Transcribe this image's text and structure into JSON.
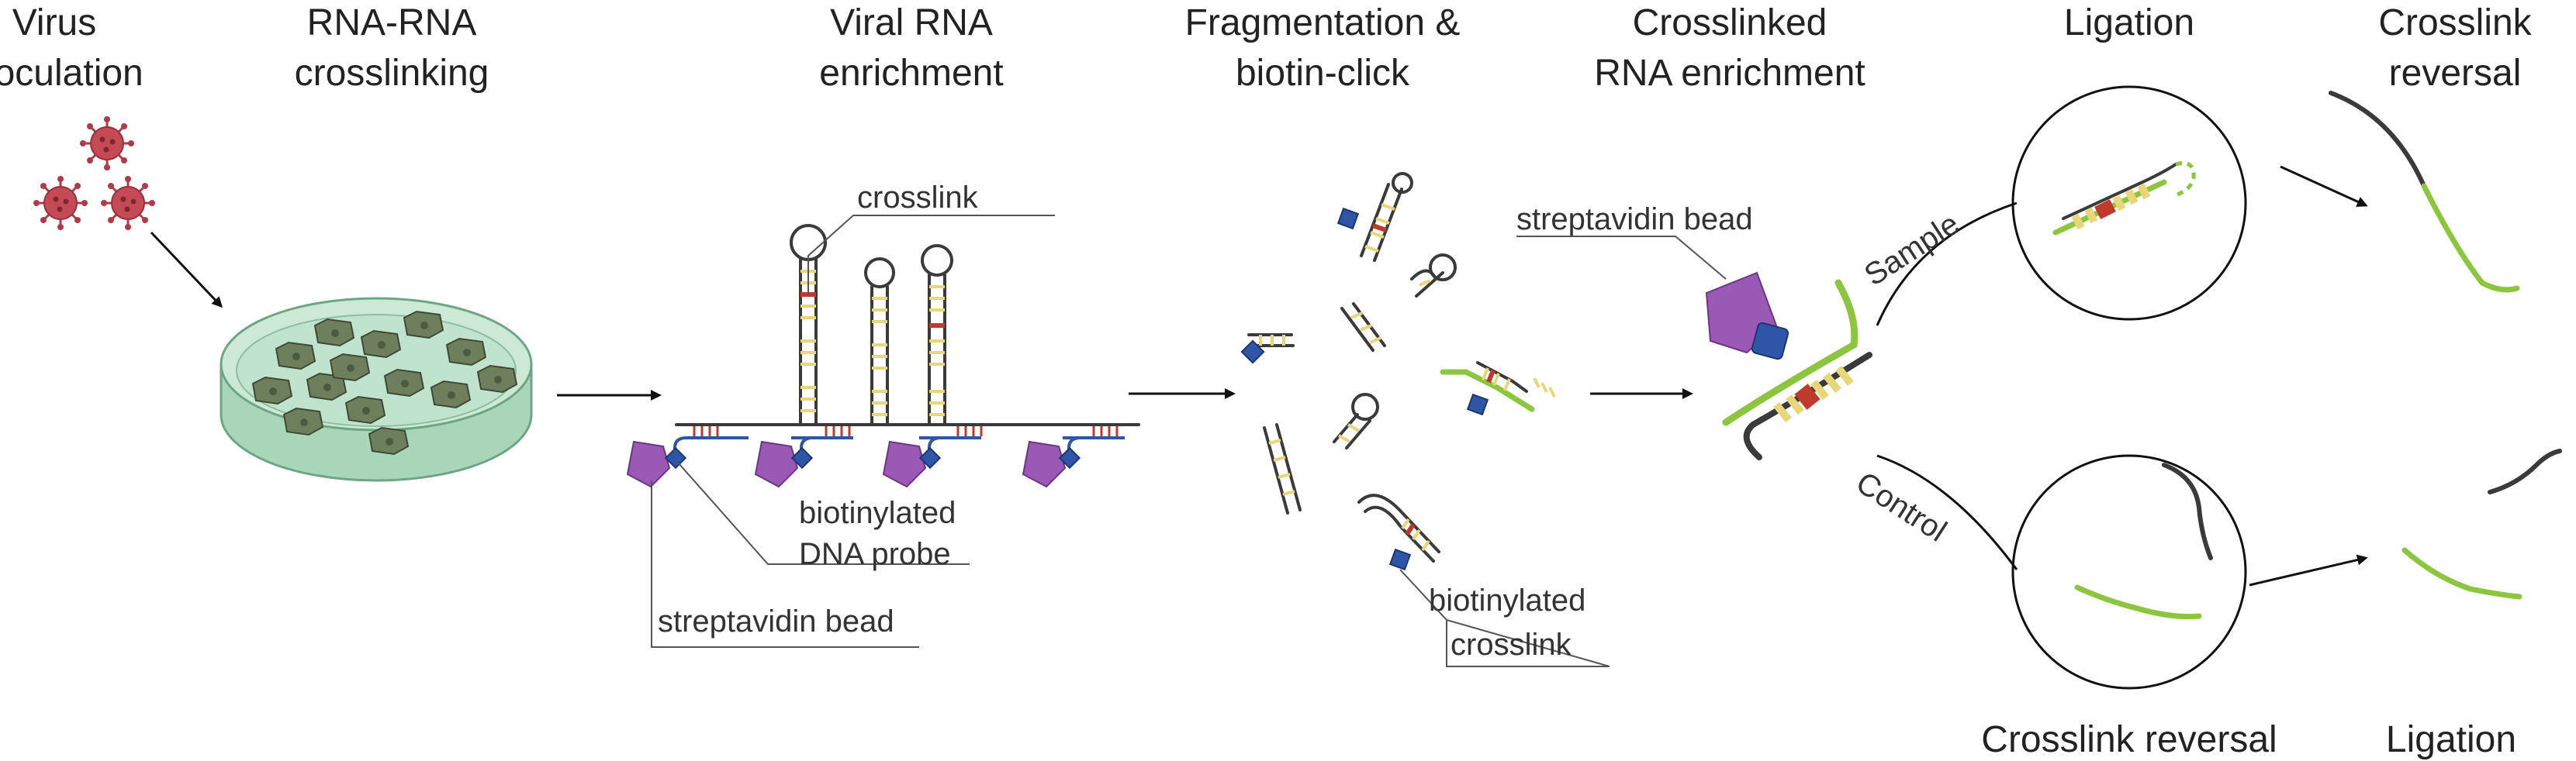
{
  "stages": {
    "s1": {
      "line1": "Virus",
      "line2": "inoculation"
    },
    "s2": {
      "line1": "RNA-RNA",
      "line2": "crosslinking"
    },
    "s3": {
      "line1": "Viral RNA",
      "line2": "enrichment"
    },
    "s4": {
      "line1": "Fragmentation &",
      "line2": "biotin-click"
    },
    "s5": {
      "line1": "Crosslinked",
      "line2": "RNA enrichment"
    },
    "s6": {
      "line1": "Ligation"
    },
    "s7": {
      "line1": "Crosslink",
      "line2": "reversal"
    }
  },
  "labels": {
    "crosslink": "crosslink",
    "biotin_probe_1": "biotinylated",
    "biotin_probe_2": "DNA probe",
    "strep_bead_left": "streptavidin bead",
    "strep_bead_right": "streptavidin bead",
    "biotin_xlink_1": "biotinylated",
    "biotin_xlink_2": "crosslink",
    "sample": "Sample",
    "control": "Control"
  },
  "bottom": {
    "crosslink_reversal": "Crosslink reversal",
    "ligation": "Ligation"
  },
  "colors": {
    "virus": "#c44b55",
    "dish": "#bfe3cc",
    "cell": "#6d7f5d",
    "rna": "#3a3a3a",
    "green_rna": "#8cc63f",
    "probe": "#2f56a6",
    "bead": "#9b59b6",
    "base_pair": "#e8d77a",
    "crosslink": "#c0392b"
  }
}
